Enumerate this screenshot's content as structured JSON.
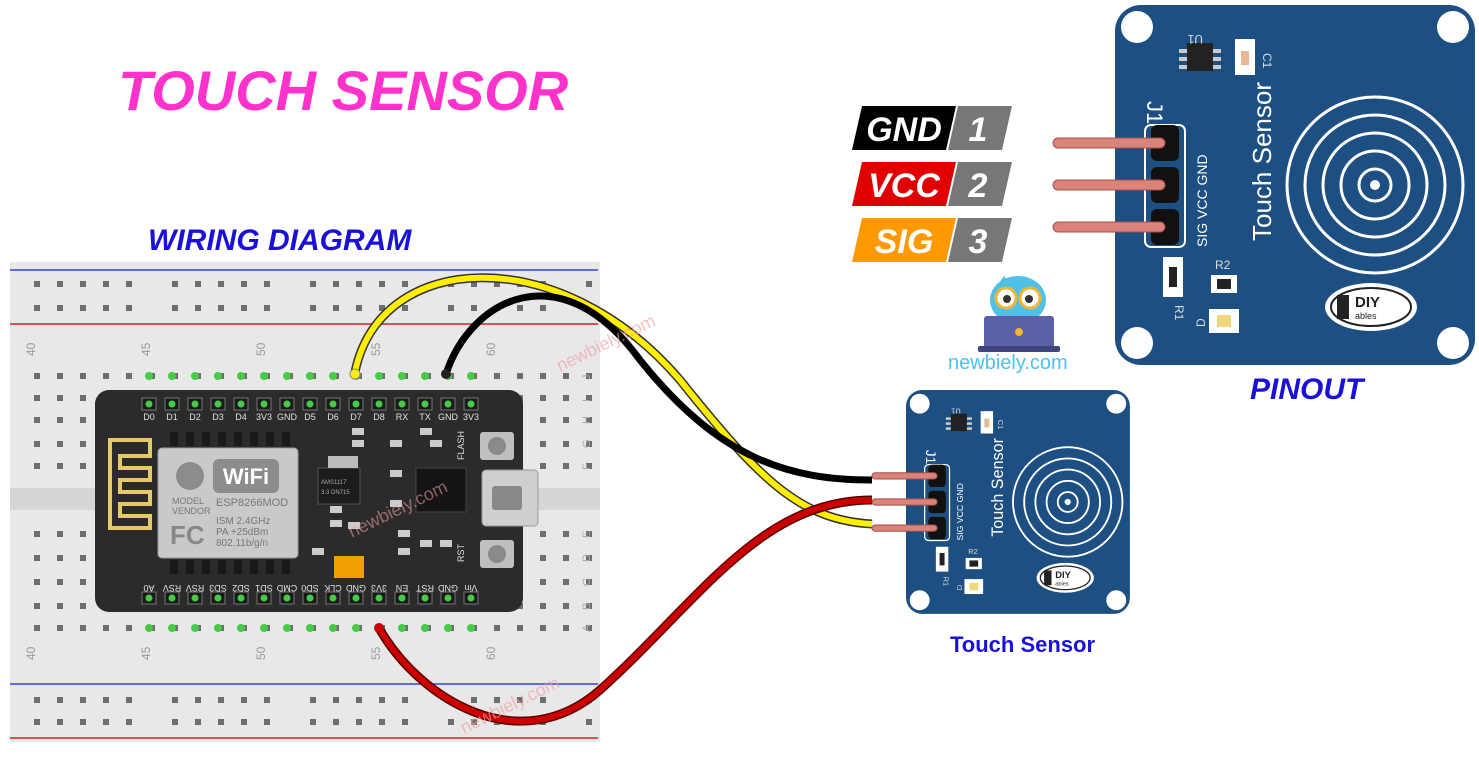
{
  "title": "TOUCH SENSOR",
  "wiring_title": "WIRING DIAGRAM",
  "pinout_title": "PINOUT",
  "sensor_caption": "Touch Sensor",
  "brand": "newbiely.com",
  "watermark": "newbiely.com",
  "pins": [
    {
      "name": "GND",
      "number": "1",
      "color": "#000000"
    },
    {
      "name": "VCC",
      "number": "2",
      "color": "#e00000"
    },
    {
      "name": "SIG",
      "number": "3",
      "color": "#ff9900"
    }
  ],
  "sensor_board": {
    "header_label": "J1",
    "pin_labels": "SIG VCC GND",
    "board_text": "Touch Sensor",
    "chip_label": "U1",
    "cap_label": "C1",
    "res_labels": [
      "R1",
      "R2"
    ],
    "led_label": "D",
    "logo_text": "DIY",
    "logo_sub": "ables"
  },
  "breadboard": {
    "col_numbers": [
      "40",
      "45",
      "50",
      "55",
      "60"
    ],
    "row_letters": [
      "J",
      "I",
      "H",
      "G",
      "F",
      "E",
      "D",
      "C",
      "B",
      "A"
    ]
  },
  "esp": {
    "top_pins": [
      "D0",
      "D1",
      "D2",
      "D3",
      "D4",
      "3V3",
      "GND",
      "D5",
      "D6",
      "D7",
      "D8",
      "RX",
      "TX",
      "GND",
      "3V3"
    ],
    "bottom_pins": [
      "A0",
      "RSV",
      "RSV",
      "SD3",
      "SD2",
      "SD1",
      "CMD",
      "SD0",
      "CLK",
      "GND",
      "3V3",
      "EN",
      "RST",
      "GND",
      "Vin"
    ],
    "wifi": "WiFi",
    "module": "ESP8266MOD",
    "model": "MODEL",
    "vendor": "VENDOR",
    "fc": "FC",
    "ism": "ISM 2.4GHz",
    "pa": "PA   +25dBm",
    "std": "802.11b/g/n",
    "ams": "AMS1117",
    "ams2": "3.3  DN715",
    "flash": "FLASH",
    "rst": "RST"
  },
  "wire_colors": {
    "gnd": "#000000",
    "vcc": "#cc0000",
    "sig": "#ffee00"
  }
}
